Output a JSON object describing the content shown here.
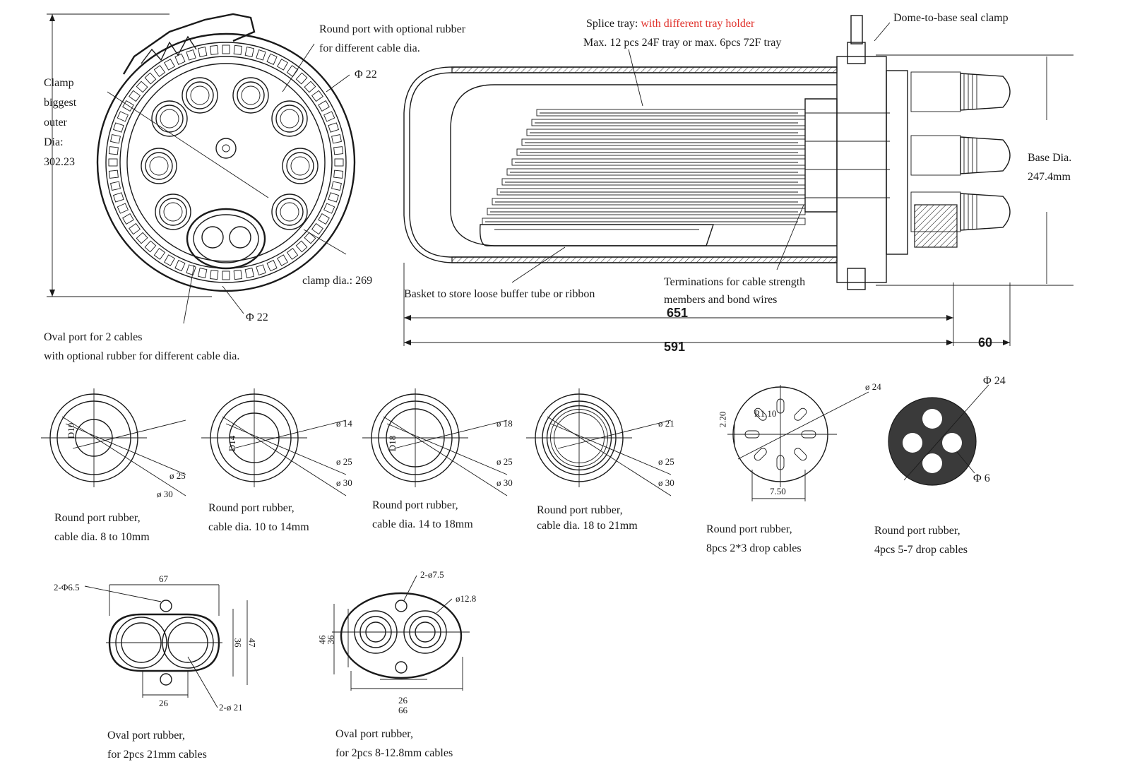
{
  "colors": {
    "ink": "#1a1a1a",
    "highlight": "#e0302a",
    "fill_dark": "#3a3a3a"
  },
  "top_left": {
    "round_port_note": [
      "Round port with optional rubber",
      "for different cable dia."
    ],
    "phi22_top": "Φ 22",
    "clamp_note": [
      "Clamp",
      "biggest",
      "outer",
      "Dia:",
      "302.23"
    ],
    "clamp_dia": "clamp dia.: 269",
    "phi22_bottom": "Φ 22",
    "oval_note": [
      "Oval port for 2 cables",
      "with optional rubber for different cable dia."
    ]
  },
  "top_right": {
    "splice_label": "Splice tray:",
    "splice_red": "with different tray holder",
    "splice_line2": "Max. 12 pcs 24F tray or max. 6pcs 72F tray",
    "seal_clamp": "Dome-to-base seal clamp",
    "base_dia": [
      "Base Dia.",
      "247.4mm"
    ],
    "basket": "Basket to store loose buffer tube or ribbon",
    "terminations": [
      "Terminations for cable strength",
      "members and bond wires"
    ],
    "dim_651": "651",
    "dim_591": "591",
    "dim_60": "60"
  },
  "rubbers": [
    {
      "caption": [
        "Round port rubber,",
        "cable dia. 8 to 10mm"
      ],
      "inner": "D10",
      "d25": "ø 25",
      "d30": "ø 30"
    },
    {
      "caption": [
        "Round port rubber,",
        "cable dia. 10 to 14mm"
      ],
      "inner": "D14",
      "d_in": "ø 14",
      "d25": "ø 25",
      "d30": "ø 30"
    },
    {
      "caption": [
        "Round port rubber,",
        "cable dia. 14 to 18mm"
      ],
      "inner": "D18",
      "d_in": "ø 18",
      "d25": "ø 25",
      "d30": "ø 30"
    },
    {
      "caption": [
        "Round port rubber,",
        "cable dia. 18 to 21mm"
      ],
      "d_in": "ø 21",
      "d25": "ø 25",
      "d30": "ø 30"
    },
    {
      "caption": [
        "Round port rubber,",
        "8pcs 2*3 drop cables"
      ],
      "d24": "ø 24",
      "r": "R1.10",
      "w": "2.20",
      "l": "7.50"
    },
    {
      "caption": [
        "Round port rubber,",
        "4pcs 5-7 drop cables"
      ],
      "d24": "Φ 24",
      "d6": "Φ 6"
    }
  ],
  "ovals": [
    {
      "caption": [
        "Oval port rubber,",
        "for 2pcs 21mm cables"
      ],
      "w67": "67",
      "holes": "2-Φ6.5",
      "h36": "36",
      "h47": "47",
      "w26": "26",
      "bore": "2-ø 21"
    },
    {
      "caption": [
        "Oval port rubber,",
        "for 2pcs 8-12.8mm cables"
      ],
      "holes": "2-ø7.5",
      "bore": "ø12.8",
      "h46": "46",
      "h36": "36",
      "w26": "26",
      "w66": "66"
    }
  ]
}
